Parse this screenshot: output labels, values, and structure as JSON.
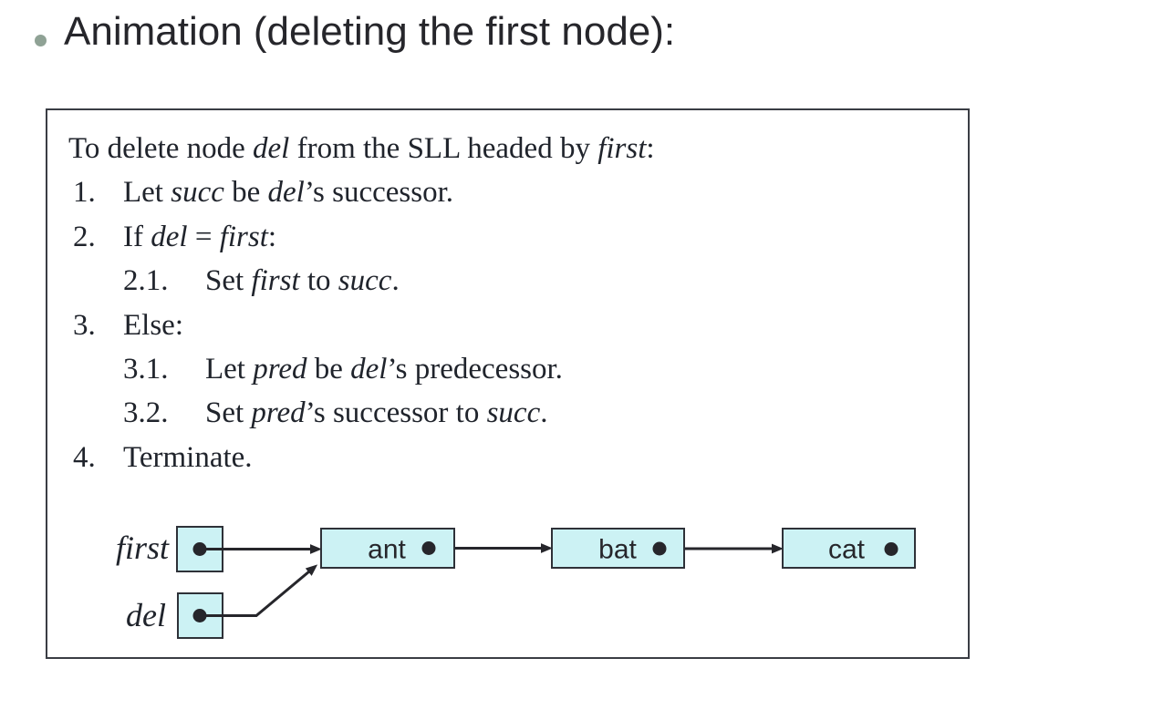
{
  "slide": {
    "title": "Animation (deleting the first node):"
  },
  "colors": {
    "bullet": "#8FA295",
    "title_text": "#26262B",
    "body_text": "#20242C",
    "box_border": "#3A3D44",
    "node_fill": "#CCF2F4",
    "node_border": "#2E3138",
    "arrow": "#26262B"
  },
  "algorithm": {
    "lines": [
      {
        "num": "",
        "indent": "intro",
        "segments": [
          {
            "text": "To delete node "
          },
          {
            "text": "del",
            "italic": true
          },
          {
            "text": " from the SLL headed by "
          },
          {
            "text": "first",
            "italic": true
          },
          {
            "text": ":"
          }
        ]
      },
      {
        "num": "1.",
        "indent": "main",
        "segments": [
          {
            "text": "Let "
          },
          {
            "text": "succ",
            "italic": true
          },
          {
            "text": " be "
          },
          {
            "text": "del",
            "italic": true
          },
          {
            "text": "’s successor."
          }
        ]
      },
      {
        "num": "2.",
        "indent": "main",
        "segments": [
          {
            "text": "If "
          },
          {
            "text": "del",
            "italic": true
          },
          {
            "text": " = "
          },
          {
            "text": "first",
            "italic": true
          },
          {
            "text": ":"
          }
        ]
      },
      {
        "num": "2.1.",
        "indent": "sub",
        "segments": [
          {
            "text": "Set "
          },
          {
            "text": "first",
            "italic": true
          },
          {
            "text": " to "
          },
          {
            "text": "succ",
            "italic": true
          },
          {
            "text": "."
          }
        ]
      },
      {
        "num": "3.",
        "indent": "main",
        "segments": [
          {
            "text": "Else:"
          }
        ]
      },
      {
        "num": "3.1.",
        "indent": "sub",
        "segments": [
          {
            "text": "Let "
          },
          {
            "text": "pred",
            "italic": true
          },
          {
            "text": " be "
          },
          {
            "text": "del",
            "italic": true
          },
          {
            "text": "’s predecessor."
          }
        ]
      },
      {
        "num": "3.2.",
        "indent": "sub",
        "segments": [
          {
            "text": "Set "
          },
          {
            "text": "pred",
            "italic": true
          },
          {
            "text": "’s successor to "
          },
          {
            "text": "succ",
            "italic": true
          },
          {
            "text": "."
          }
        ]
      },
      {
        "num": "4.",
        "indent": "main",
        "segments": [
          {
            "text": "Terminate."
          }
        ]
      }
    ]
  },
  "diagram": {
    "pointers": [
      {
        "label": "first"
      },
      {
        "label": "del"
      }
    ],
    "nodes": [
      {
        "label": "ant"
      },
      {
        "label": "bat"
      },
      {
        "label": "cat"
      }
    ]
  }
}
